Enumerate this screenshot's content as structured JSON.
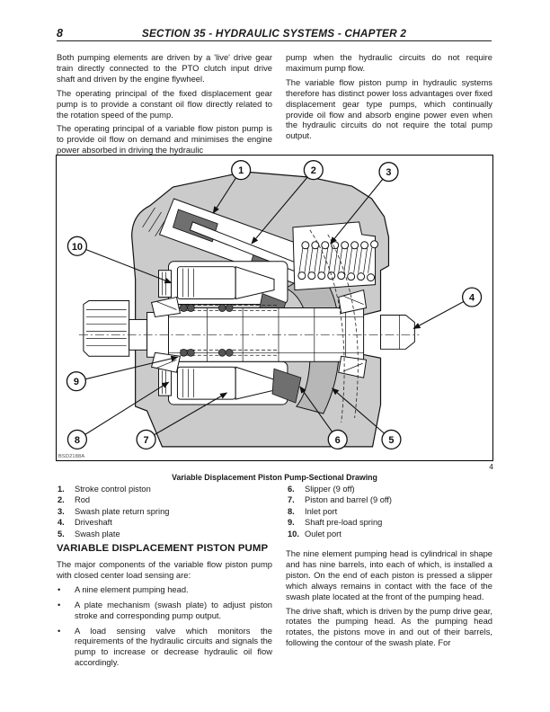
{
  "header": {
    "page_number": "8",
    "title": "SECTION 35 - HYDRAULIC SYSTEMS - CHAPTER 2"
  },
  "intro": {
    "left": [
      "Both pumping elements are driven by a 'live' drive gear train directly connected to the PTO clutch input drive shaft and driven by the engine flywheel.",
      "The operating principal of the fixed displacement gear pump is to provide a constant oil flow directly related to the rotation speed of the pump.",
      "The operating principal of a variable flow piston pump is to provide oil flow on demand and minimises the engine power absorbed in driving the hydraulic"
    ],
    "right": [
      "pump when the hydraulic circuits do not require maximum pump flow.",
      "The variable flow piston pump in hydraulic systems therefore has distinct power loss advantages over fixed displacement gear type pumps, which continually provide oil flow and absorb engine power even when the hydraulic circuits do not require the total pump output."
    ]
  },
  "figure": {
    "photo_code": "BSD2188A",
    "figure_number": "4",
    "caption": "Variable Displacement Piston Pump-Sectional Drawing",
    "callouts": [
      "1",
      "2",
      "3",
      "4",
      "5",
      "6",
      "7",
      "8",
      "9",
      "10"
    ],
    "legend_left": [
      {
        "num": "1.",
        "label": "Stroke control piston"
      },
      {
        "num": "2.",
        "label": "Rod"
      },
      {
        "num": "3.",
        "label": "Swash plate return spring"
      },
      {
        "num": "4.",
        "label": "Driveshaft"
      },
      {
        "num": "5.",
        "label": "Swash plate"
      }
    ],
    "legend_right": [
      {
        "num": "6.",
        "label": "Slipper (9 off)"
      },
      {
        "num": "7.",
        "label": "Piston and barrel (9 off)"
      },
      {
        "num": "8.",
        "label": "Inlet port"
      },
      {
        "num": "9.",
        "label": "Shaft pre-load spring"
      },
      {
        "num": "10.",
        "label": "Oulet port"
      }
    ]
  },
  "section": {
    "heading": "VARIABLE DISPLACEMENT PISTON PUMP",
    "left_intro": "The major components of the variable flow piston pump with closed center load sensing are:",
    "bullets": [
      "A nine element pumping head.",
      "A plate mechanism (swash plate) to adjust piston stroke and corresponding pump output.",
      "A load sensing valve which monitors the requirements of the hydraulic circuits and signals the pump to increase or decrease hydraulic oil flow accordingly."
    ],
    "right": [
      "The nine element pumping head is cylindrical in shape and has nine barrels, into each of which, is installed a piston. On the end of each piston is pressed a slipper which always remains in contact with the face of the swash plate located at the front of the pumping head.",
      "The drive shaft, which is driven by the pump drive gear, rotates the pumping head. As the pumping head rotates, the pistons move in and out of their barrels, following the contour of the swash plate. For"
    ]
  },
  "colors": {
    "housing_gray": "#cbcbcb",
    "dark_component": "#6f6f6f",
    "text": "#1a1a1a"
  }
}
